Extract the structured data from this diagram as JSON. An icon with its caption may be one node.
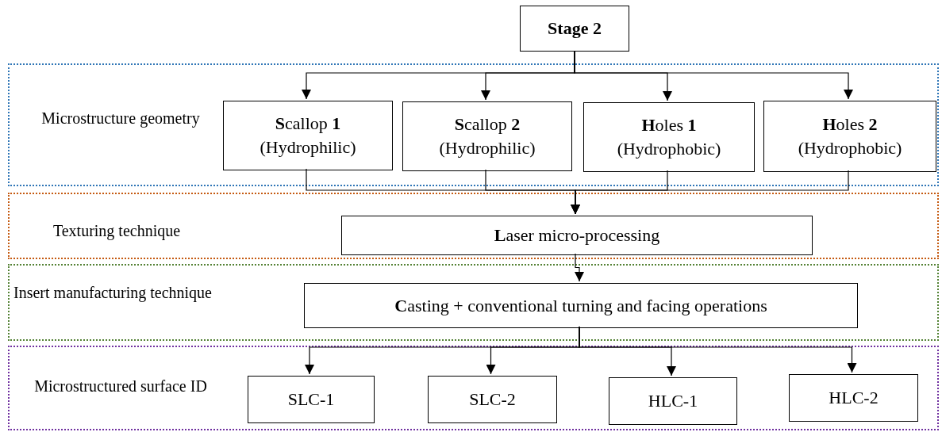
{
  "diagram": {
    "nodes": [
      {
        "text": [
          "Stage 2"
        ]
      },
      {
        "text": [
          "Microstructure geometry"
        ]
      },
      {
        "text": [
          "**S**callop **1**",
          "(Hydrophilic)"
        ],
        "in": 1
      },
      {
        "text": [
          "**S**callop **2**",
          "(Hydrophilic)"
        ],
        "in": 1
      },
      {
        "text": [
          "**H**oles **1**",
          "(Hydrophobic)"
        ],
        "in": 1
      },
      {
        "text": [
          "**H**oles **2**",
          "(Hydrophobic)"
        ],
        "in": 1
      },
      {
        "text": [
          "Texturing technique"
        ]
      },
      {
        "text": [
          "**L**aser micro-processing"
        ],
        "in": 6
      },
      {
        "text": [
          "Insert manufacturing technique"
        ]
      },
      {
        "text": [
          "**C**asting + conventional turning and facing operations"
        ],
        "in": 8
      },
      {
        "text": [
          "Microstructured surface ID"
        ]
      },
      {
        "text": [
          "SLC-1"
        ],
        "in": 10
      },
      {
        "text": [
          "SLC-2"
        ],
        "in": 10
      },
      {
        "text": [
          "HLC-1"
        ],
        "in": 10
      },
      {
        "text": [
          "HLC-2"
        ],
        "in": 10
      }
    ],
    "edges": [
      {
        "from": 0,
        "to": 2,
        "arrow": "to"
      },
      {
        "from": 0,
        "to": 3,
        "arrow": "to"
      },
      {
        "from": 0,
        "to": 4,
        "arrow": "to"
      },
      {
        "from": 0,
        "to": 5,
        "arrow": "to"
      },
      {
        "from": 2,
        "to": 7,
        "arrow": "to"
      },
      {
        "from": 3,
        "to": 7,
        "arrow": "to"
      },
      {
        "from": 4,
        "to": 7,
        "arrow": "to"
      },
      {
        "from": 5,
        "to": 7,
        "arrow": "to"
      },
      {
        "from": 7,
        "to": 9,
        "arrow": "to"
      },
      {
        "from": 9,
        "to": 11,
        "arrow": "to"
      },
      {
        "from": 9,
        "to": 12,
        "arrow": "to"
      },
      {
        "from": 9,
        "to": 13,
        "arrow": "to"
      },
      {
        "from": 9,
        "to": 14,
        "arrow": "to"
      }
    ]
  }
}
